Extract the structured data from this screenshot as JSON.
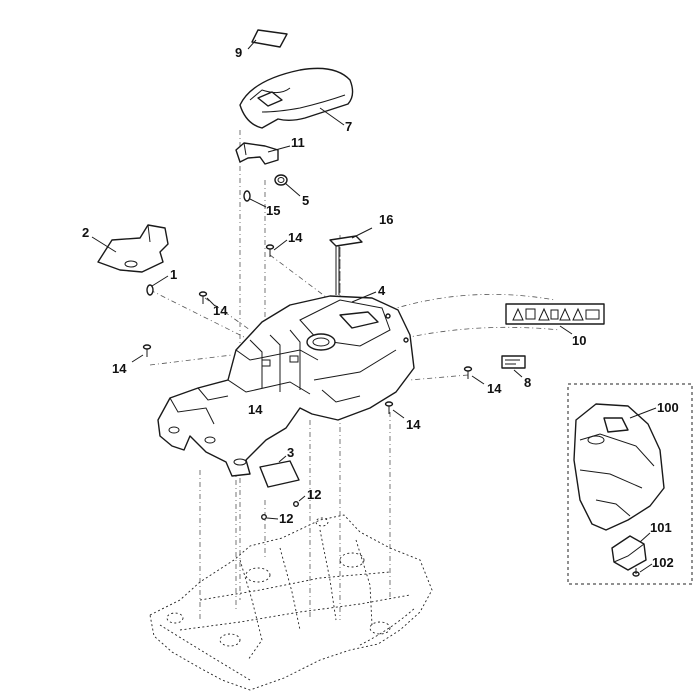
{
  "callouts": {
    "c1": "1",
    "c2": "2",
    "c3": "3",
    "c4": "4",
    "c5": "5",
    "c7": "7",
    "c8": "8",
    "c9": "9",
    "c10": "10",
    "c11": "11",
    "c12a": "12",
    "c12b": "12",
    "c14a": "14",
    "c14b": "14",
    "c14c": "14",
    "c14d": "14",
    "c14e": "14",
    "c14f": "14",
    "c15": "15",
    "c16": "16",
    "c100": "100",
    "c101": "101",
    "c102": "102"
  },
  "colors": {
    "line": "#1a1a1a",
    "background": "#ffffff"
  }
}
